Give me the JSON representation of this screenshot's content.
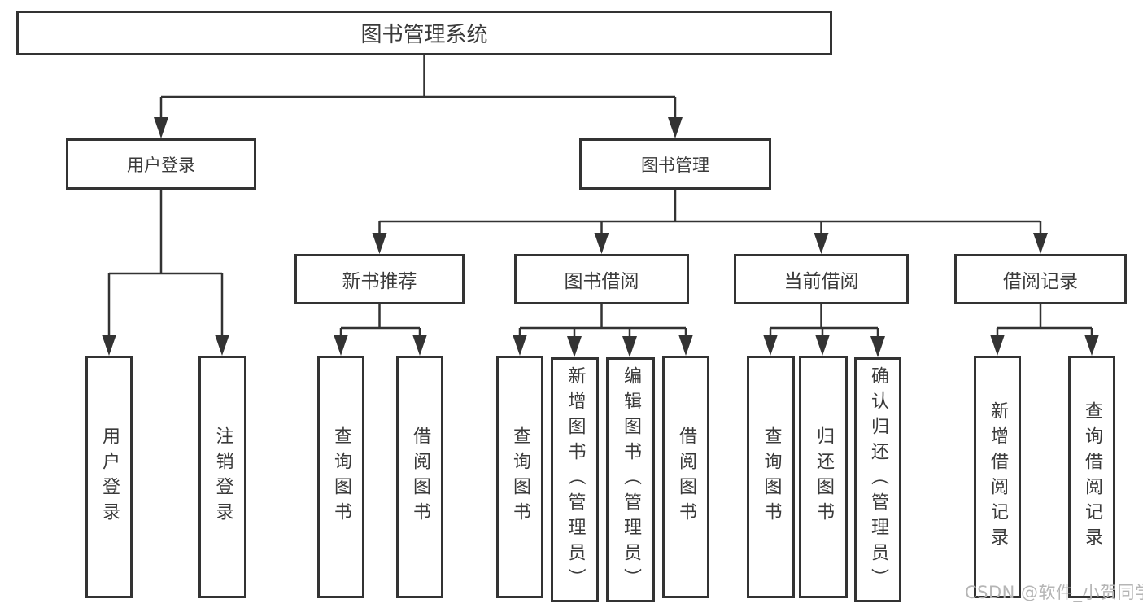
{
  "diagram": {
    "type": "hierarchy-tree",
    "tree": {
      "root": {
        "label": "图书管理系统"
      },
      "branches": [
        {
          "label": "用户登录",
          "children": [
            {
              "label": "用户登录"
            },
            {
              "label": "注销登录"
            }
          ]
        },
        {
          "label": "图书管理",
          "children": [
            {
              "label": "新书推荐",
              "children": [
                {
                  "label": "查询图书"
                },
                {
                  "label": "借阅图书"
                }
              ]
            },
            {
              "label": "图书借阅",
              "children": [
                {
                  "label": "查询图书"
                },
                {
                  "label": "新增图书（管理员）"
                },
                {
                  "label": "编辑图书（管理员）"
                },
                {
                  "label": "借阅图书"
                }
              ]
            },
            {
              "label": "当前借阅",
              "children": [
                {
                  "label": "查询图书"
                },
                {
                  "label": "归还图书"
                },
                {
                  "label": "确认归还（管理员）"
                }
              ]
            },
            {
              "label": "借阅记录",
              "children": [
                {
                  "label": "新增借阅记录"
                },
                {
                  "label": "查询借阅记录"
                }
              ]
            }
          ]
        }
      ]
    },
    "colors": {
      "line": "#333333",
      "box_border": "#333333",
      "box_background": "#ffffff",
      "text": "#3a3a3a",
      "watermark": "#b5b5b5"
    }
  },
  "watermark": "CSDN @软件_小贺同学"
}
